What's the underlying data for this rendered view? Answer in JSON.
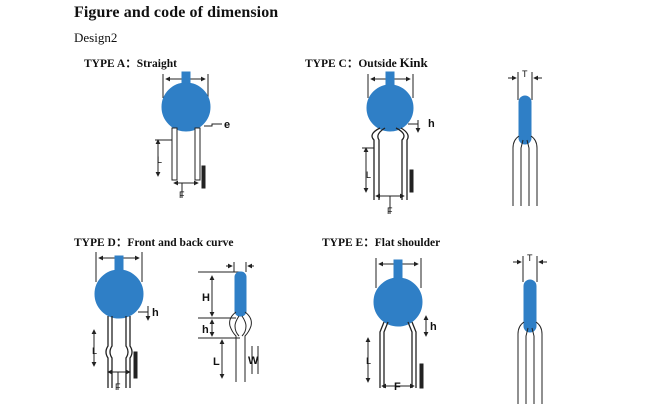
{
  "heading": "Figure and code of dimension",
  "design": "Design2",
  "types": {
    "a": {
      "code": "TYPE A：",
      "name": "Straight"
    },
    "c": {
      "code": "TYPE C：",
      "name_a": "Outside ",
      "name_b": "Kink"
    },
    "d": {
      "code": "TYPE D：",
      "name": "Front and back curve"
    },
    "e": {
      "code": "TYPE E：",
      "name": "Flat shoulder"
    }
  },
  "dims": {
    "e": "e",
    "h": "h",
    "H": "H",
    "L": "L",
    "F": "F",
    "W": "W",
    "T": "T"
  },
  "colors": {
    "body": "#2f7fc6",
    "line": "#222222"
  }
}
